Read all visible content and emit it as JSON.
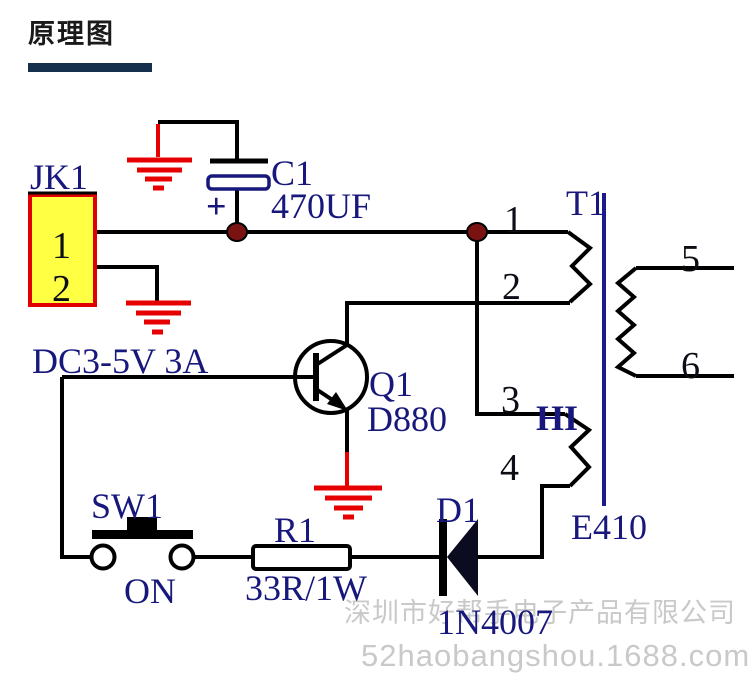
{
  "page": {
    "title": "原理图"
  },
  "schematic": {
    "supply_label": "DC3-5V 3A",
    "connector": {
      "ref": "JK1",
      "pin1": "1",
      "pin2": "2"
    },
    "capacitor": {
      "ref": "C1",
      "value": "470UF",
      "plus": "+"
    },
    "transformer": {
      "ref": "T1",
      "core_model": "E410",
      "winding_label": "HI",
      "pin1": "1",
      "pin2": "2",
      "pin3": "3",
      "pin4": "4",
      "pin5": "5",
      "pin6": "6"
    },
    "transistor": {
      "ref": "Q1",
      "model": "D880"
    },
    "switch": {
      "ref": "SW1",
      "state_label": "ON"
    },
    "resistor": {
      "ref": "R1",
      "value": "33R/1W"
    },
    "diode": {
      "ref": "D1",
      "model": "1N4007"
    },
    "colors": {
      "title_underline": "#15304c",
      "wire": "#000000",
      "label_navy": "#18187c",
      "ground_red": "#e60000",
      "connector_fill": "#ffff44",
      "connector_border": "#e00000",
      "junction_dot": "#7a1113",
      "watermark_gray": "#c9c9c9"
    }
  },
  "watermark": {
    "company": "深圳市好帮手电子产品有限公司",
    "url": "52haobangshou.1688.com"
  }
}
